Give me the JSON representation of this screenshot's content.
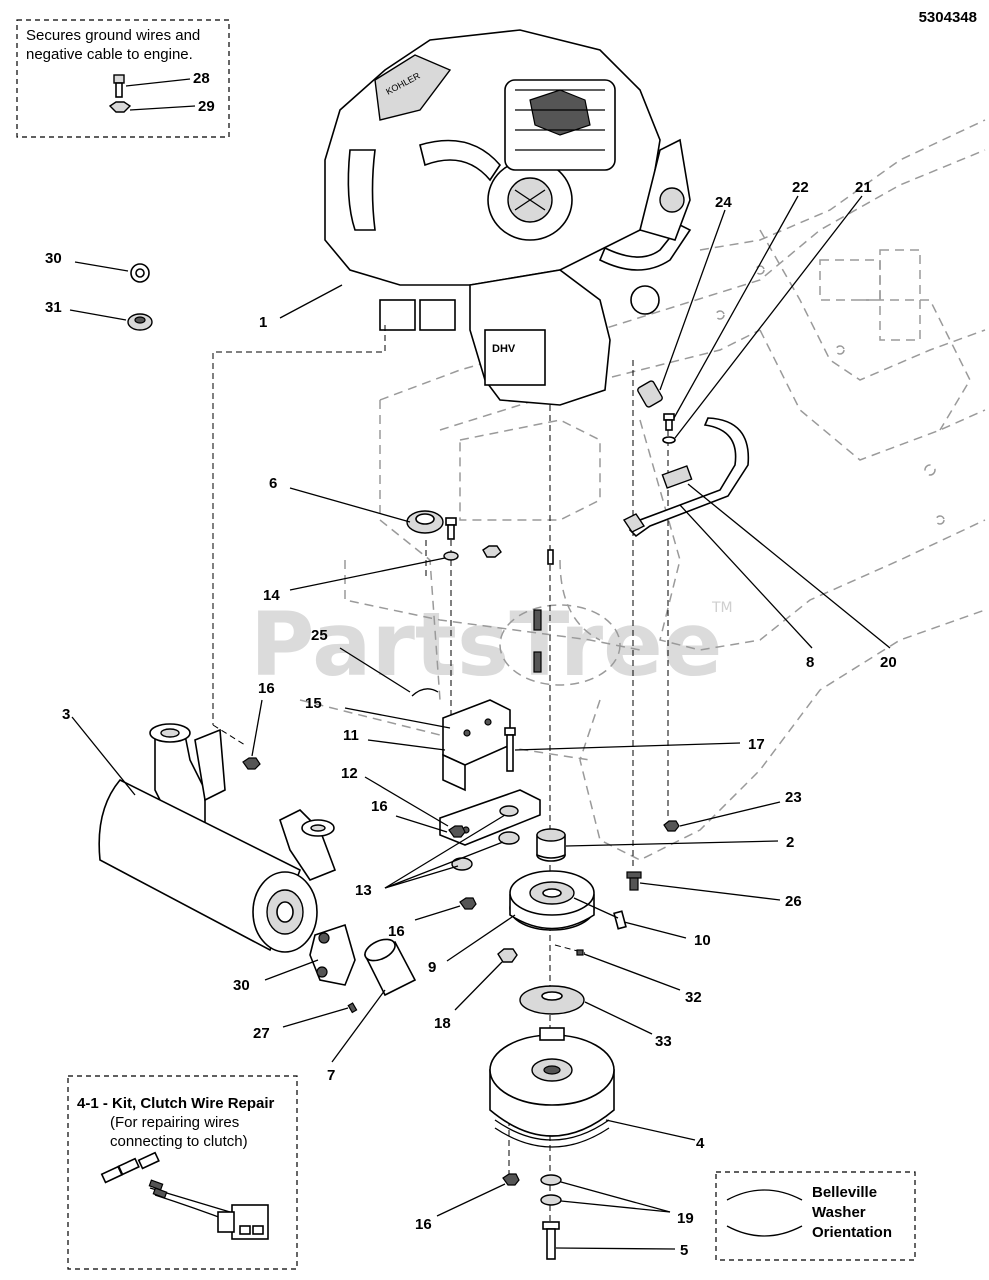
{
  "document_number": "5304348",
  "watermark": {
    "text": "PartsTree",
    "trademark": "TM"
  },
  "notes": {
    "ground_wires_line1": "Secures ground wires and",
    "ground_wires_line2": "negative cable to engine.",
    "kit_title": "4-1 - Kit, Clutch Wire Repair",
    "kit_line1": "(For repairing wires",
    "kit_line2": "connecting to clutch)",
    "belleville_line1": "Belleville",
    "belleville_line2": "Washer",
    "belleville_line3": "Orientation"
  },
  "callouts": {
    "c28": "28",
    "c29": "29",
    "c30a": "30",
    "c31": "31",
    "c1": "1",
    "c24": "24",
    "c22": "22",
    "c21": "21",
    "c6": "6",
    "c14": "14",
    "c25": "25",
    "c8": "8",
    "c20": "20",
    "c3": "3",
    "c16a": "16",
    "c15": "15",
    "c11": "11",
    "c17": "17",
    "c12": "12",
    "c23": "23",
    "c16b": "16",
    "c2": "2",
    "c13": "13",
    "c26": "26",
    "c16c": "16",
    "c10": "10",
    "c9": "9",
    "c30b": "30",
    "c32": "32",
    "c18": "18",
    "c27": "27",
    "c33": "33",
    "c7": "7",
    "c4": "4",
    "c16d": "16",
    "c19": "19",
    "c5": "5"
  },
  "colors": {
    "line": "#000000",
    "frame": "#9a9a9a",
    "watermark": "#cfcfcf"
  }
}
